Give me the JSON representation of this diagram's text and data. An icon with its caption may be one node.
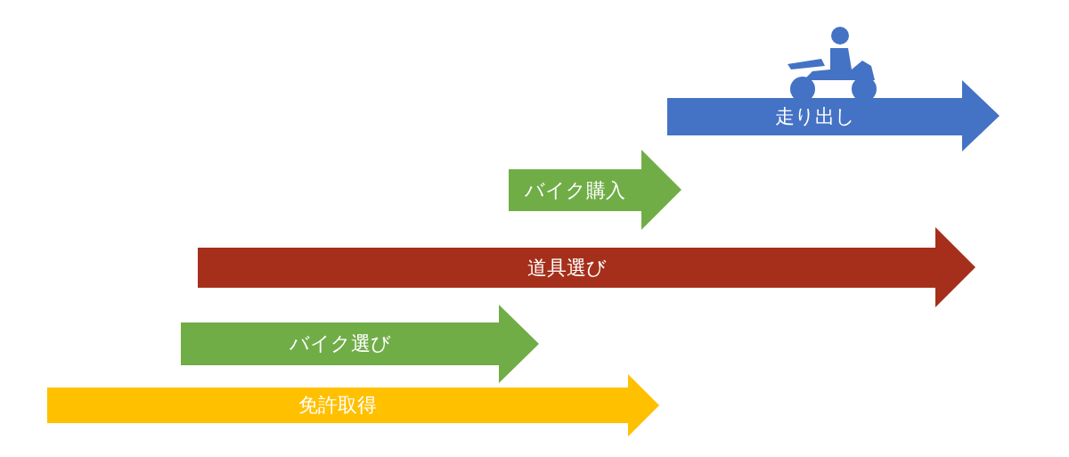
{
  "diagram": {
    "nodes": [
      {
        "text": [
          "走り出し"
        ]
      },
      {
        "text": [
          "バイク購入"
        ]
      },
      {
        "text": [
          "道具選び"
        ]
      },
      {
        "text": [
          "バイク選び"
        ]
      },
      {
        "text": [
          "免許取得"
        ]
      }
    ]
  }
}
